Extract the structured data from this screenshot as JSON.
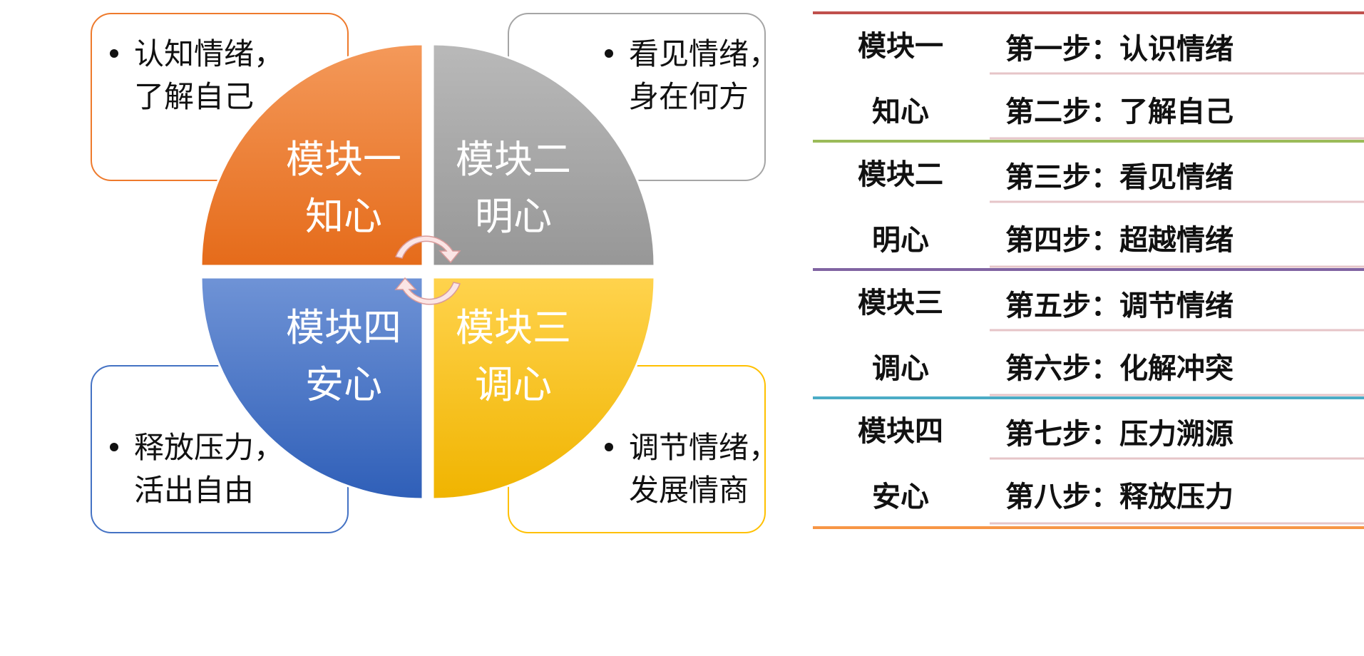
{
  "quadrants": [
    {
      "id": "q1",
      "title": "模块一",
      "subtitle": "知心",
      "color": "#ee7a2c",
      "box_line1": "认知情绪，",
      "box_line2": "了解自己"
    },
    {
      "id": "q2",
      "title": "模块二",
      "subtitle": "明心",
      "color": "#a5a5a5",
      "box_line1": "看见情绪，",
      "box_line2": "身在何方"
    },
    {
      "id": "q3",
      "title": "模块三",
      "subtitle": "调心",
      "color": "#ffc000",
      "box_line1": "调节情绪，",
      "box_line2": "发展情商"
    },
    {
      "id": "q4",
      "title": "模块四",
      "subtitle": "安心",
      "color": "#4472c4",
      "box_line1": "释放压力，",
      "box_line2": "活出自由"
    }
  ],
  "table": {
    "groups": [
      {
        "module": "模块一",
        "name": "知心",
        "color": "#c0504d",
        "steps": [
          "第一步：认识情绪",
          "第二步：了解自己"
        ]
      },
      {
        "module": "模块二",
        "name": "明心",
        "color": "#9bbb59",
        "steps": [
          "第三步：看见情绪",
          "第四步：超越情绪"
        ]
      },
      {
        "module": "模块三",
        "name": "调心",
        "color": "#8064a2",
        "steps": [
          "第五步：调节情绪",
          "第六步：化解冲突"
        ]
      },
      {
        "module": "模块四",
        "name": "安心",
        "color": "#4bacc6",
        "steps": [
          "第七步：压力溯源",
          "第八步：释放压力"
        ]
      }
    ],
    "bottom_color": "#f79646",
    "divider_color": "#e6c5c8"
  }
}
